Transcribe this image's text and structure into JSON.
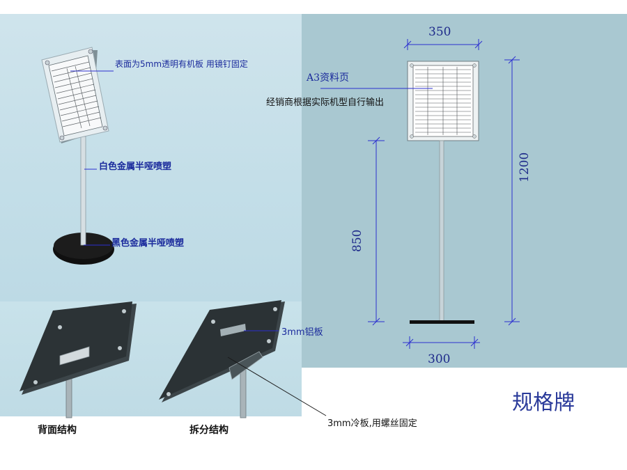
{
  "annotations": {
    "acrylic_surface": "表面为5mm透明有机板 用镜钉固定",
    "pole_finish": "白色金属半哑喷塑",
    "base_finish": "黑色金属半哑喷塑",
    "aluminum_plate": "3mm铝板",
    "cold_plate": "3mm冷板,用螺丝固定",
    "a3_page": "A3资料页",
    "dealer_note": "经销商根据实际机型自行输出"
  },
  "captions": {
    "back_view": "背面结构",
    "exploded_view": "拆分结构"
  },
  "dimensions": {
    "width": "350",
    "total_height": "1200",
    "board_bottom_height": "850",
    "base_width": "300"
  },
  "title": "规格牌",
  "colors": {
    "label_blue": "#1a2a9c",
    "dimension_line": "#2b2fd0",
    "background_blue": "#a9c8d1"
  }
}
